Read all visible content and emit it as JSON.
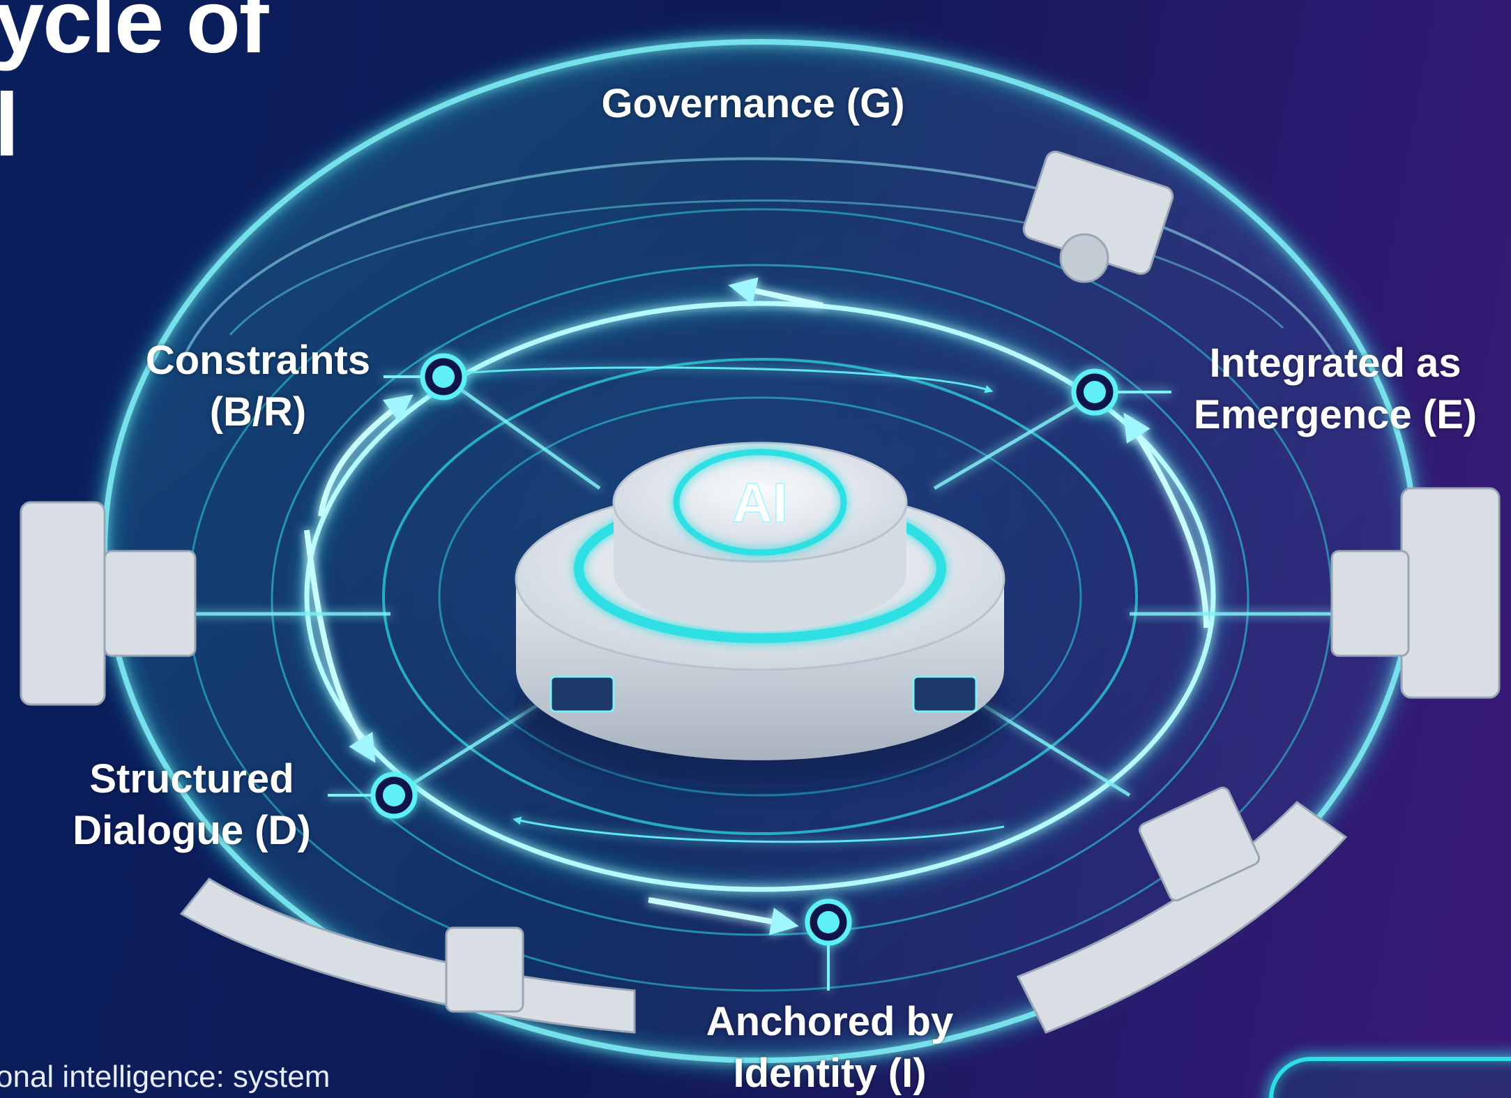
{
  "title": {
    "line1": "ycle of",
    "line2": "l"
  },
  "caption": "onal intelligence: system",
  "center_label": "AI",
  "nodes": {
    "governance": {
      "line1": "Governance (G)"
    },
    "constraints": {
      "line1": "Constraints",
      "line2": "(B/R)"
    },
    "emergence": {
      "line1": "Integrated as",
      "line2": "Emergence (E)"
    },
    "dialogue": {
      "line1": "Structured",
      "line2": "Dialogue (D)"
    },
    "identity": {
      "line1": "Anchored by",
      "line2": "Identity (I)"
    }
  },
  "colors": {
    "background": "#0b1446",
    "glow": "#2de0e4",
    "glow_light": "#9ff6ff",
    "hub": "#e6eaef",
    "text": "#ffffff"
  }
}
